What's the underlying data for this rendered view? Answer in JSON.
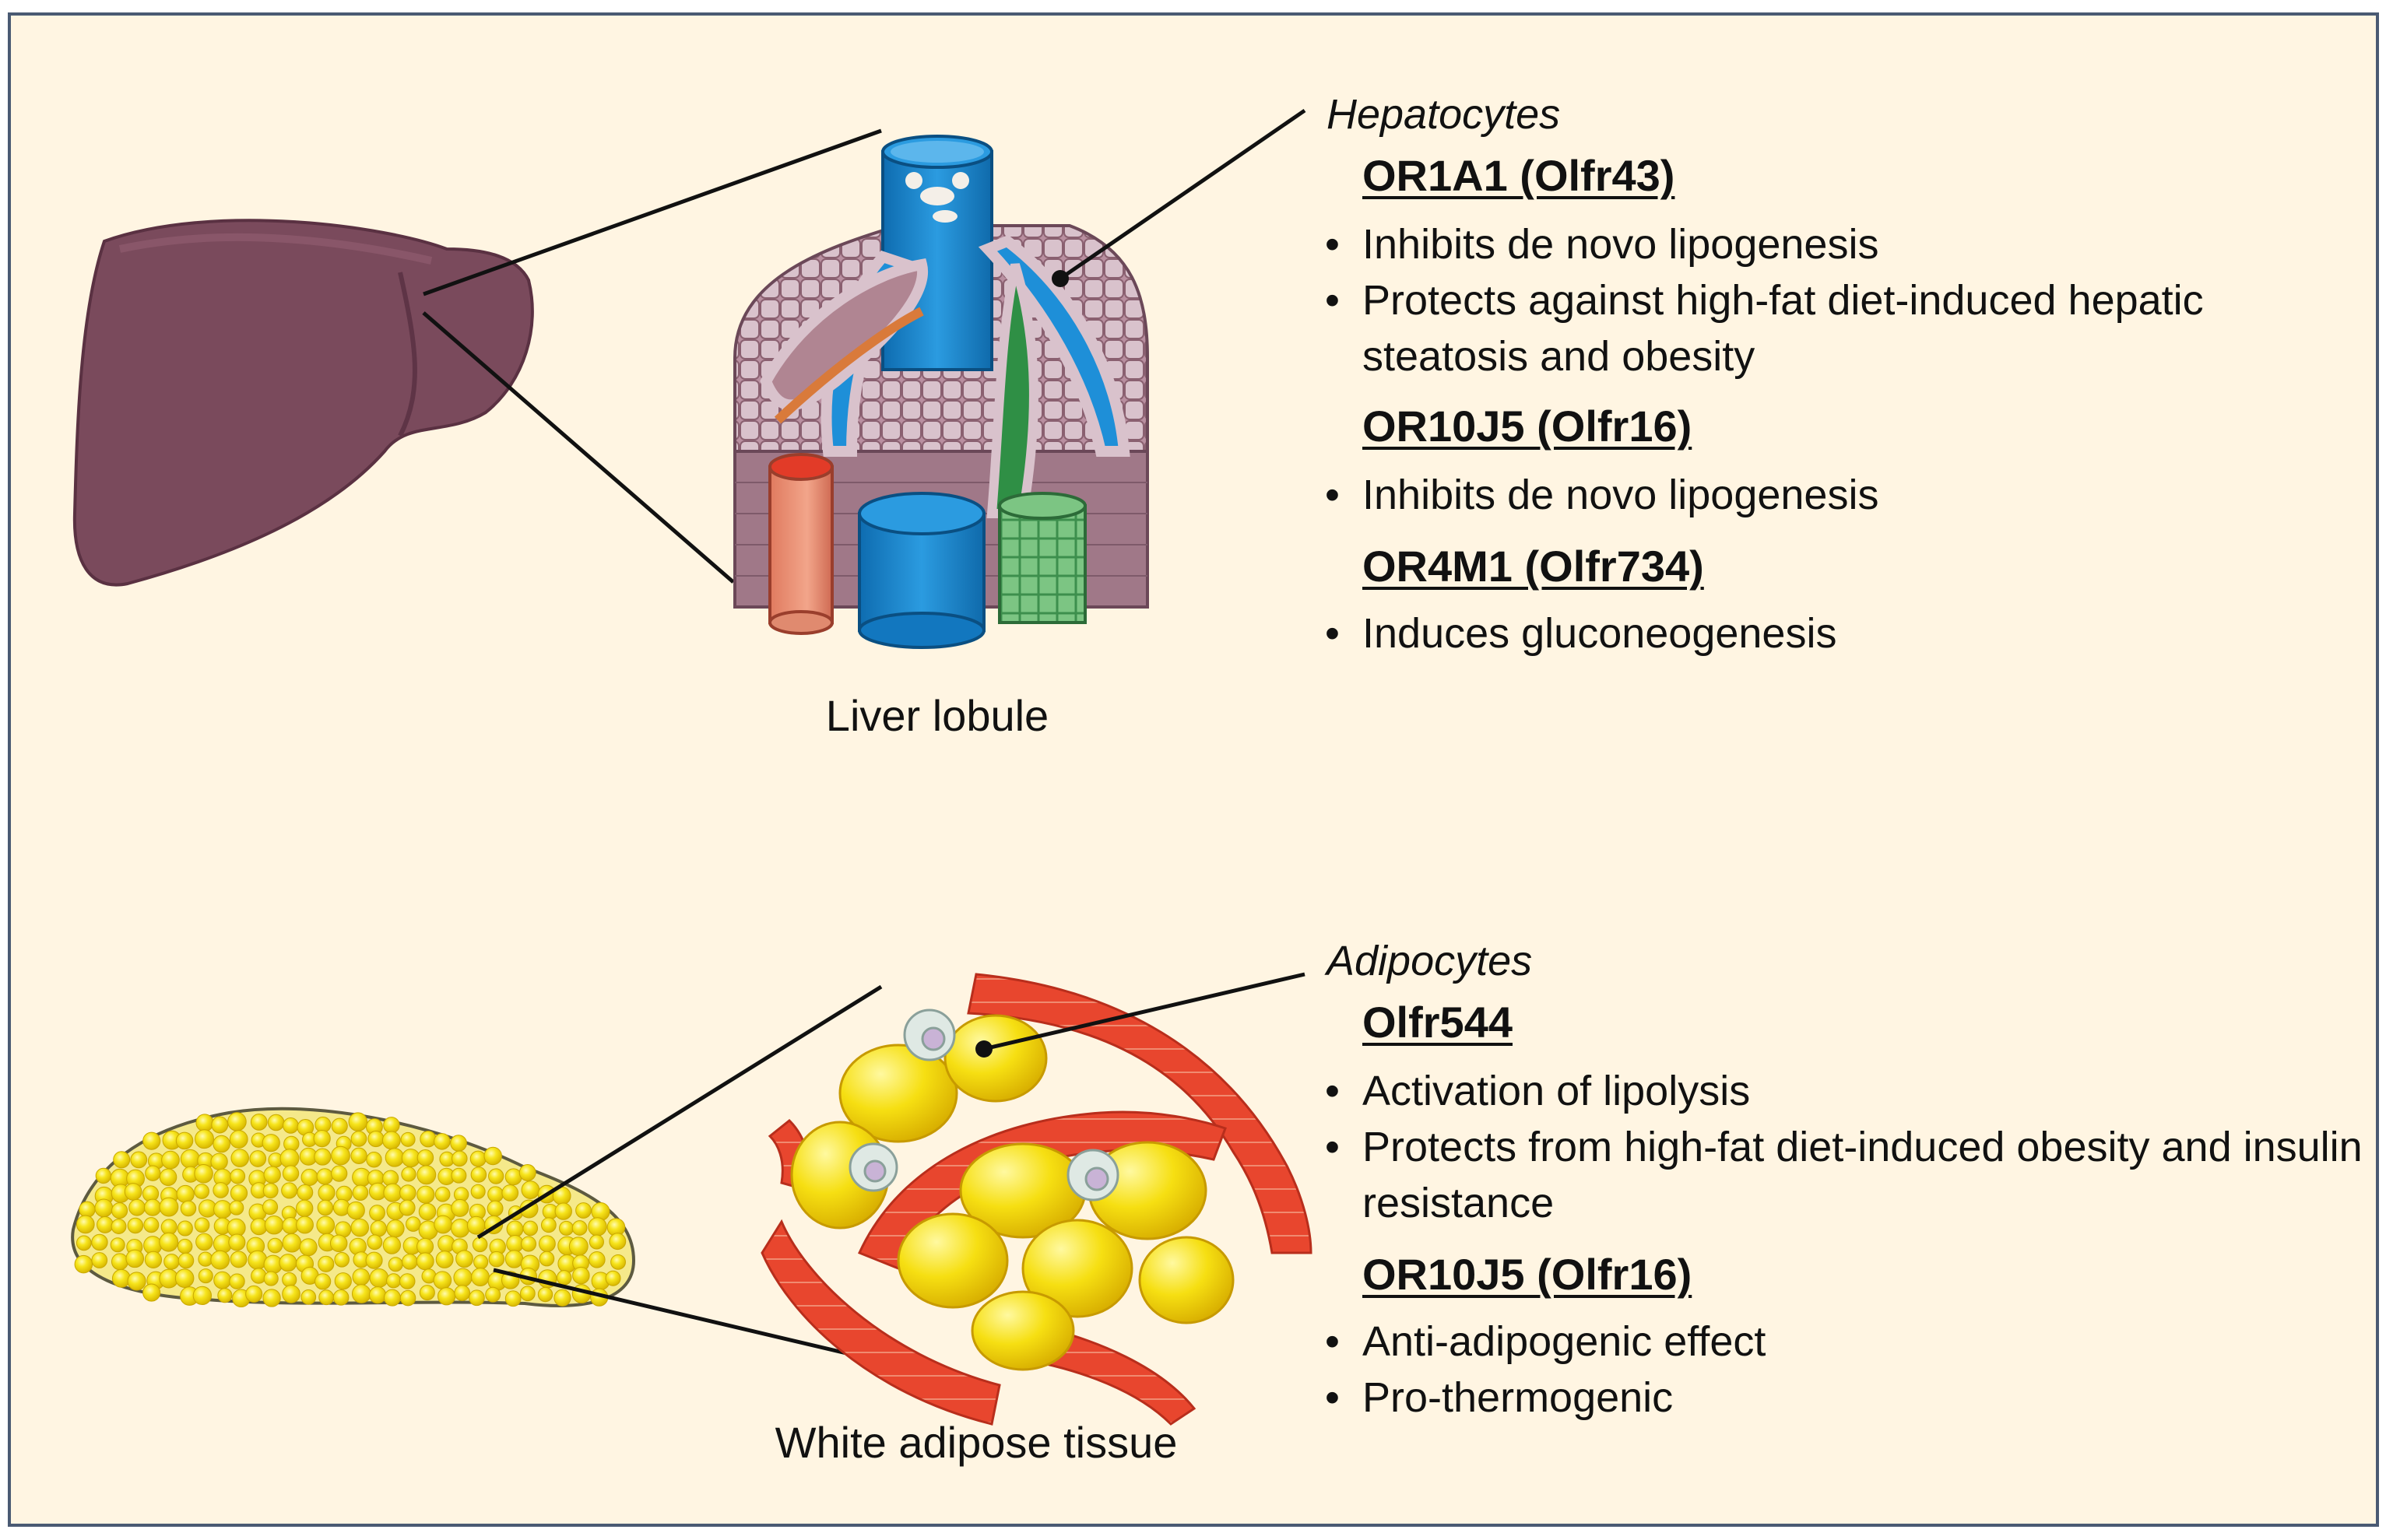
{
  "liver": {
    "caption": "Liver lobule",
    "cell_type": "Hepatocytes",
    "receptors": [
      {
        "name": "OR1A1 (Olfr43)",
        "effects": [
          "Inhibits de novo lipogenesis",
          "Protects against high-fat diet-induced hepatic steatosis and obesity"
        ]
      },
      {
        "name": "OR10J5 (Olfr16)",
        "effects": [
          "Inhibits de novo lipogenesis"
        ]
      },
      {
        "name": "OR4M1 (Olfr734)",
        "effects": [
          "Induces gluconeogenesis"
        ]
      }
    ]
  },
  "adipose": {
    "caption": "White adipose tissue",
    "cell_type": "Adipocytes",
    "receptors": [
      {
        "name": "Olfr544",
        "effects": [
          "Activation of lipolysis",
          "Protects from high-fat diet-induced obesity and insulin resistance"
        ]
      },
      {
        "name": "OR10J5 (Olfr16)",
        "effects": [
          "Anti-adipogenic effect",
          "Pro-thermogenic"
        ]
      }
    ]
  },
  "icons": [
    "liver-organ-icon",
    "liver-lobule-icon",
    "adipose-tissue-icon",
    "adipocyte-cluster-icon"
  ],
  "colors": {
    "background": "#fff5e2",
    "border": "#4a5a73",
    "liver": "#7a4a5c",
    "fat": "#f5e020",
    "vessel": "#e64a32",
    "portal_vein": "#1e8fd8"
  }
}
